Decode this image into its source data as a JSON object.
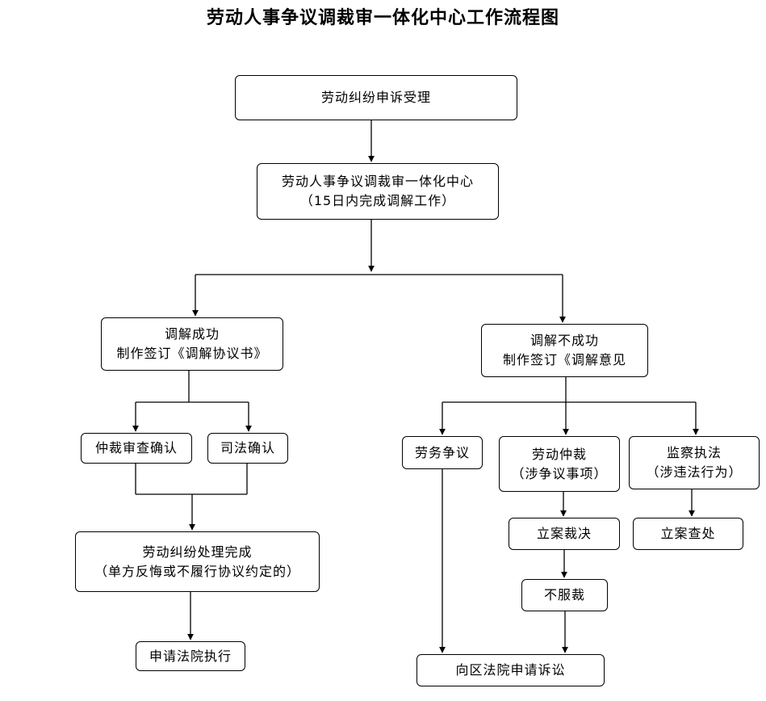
{
  "title": "劳动人事争议调裁审一体化中心工作流程图",
  "nodes": {
    "accept": {
      "line1": "劳动纠纷申诉受理"
    },
    "center": {
      "line1": "劳动人事争议调裁审一体化中心",
      "line2": "（15日内完成调解工作）"
    },
    "success": {
      "line1": "调解成功",
      "line2": "制作签订《调解协议书》"
    },
    "fail": {
      "line1": "调解不成功",
      "line2": "制作签订《调解意见"
    },
    "arb_review": {
      "line1": "仲裁审查确认"
    },
    "judicial": {
      "line1": "司法确认"
    },
    "done": {
      "line1": "劳动纠纷处理完成",
      "line2": "（单方反悔或不履行协议约定的）"
    },
    "enforce": {
      "line1": "申请法院执行"
    },
    "labor_service": {
      "line1": "劳务争议"
    },
    "labor_arb": {
      "line1": "劳动仲裁",
      "line2": "（涉争议事项）"
    },
    "supervision": {
      "line1": "监察执法",
      "line2": "（涉违法行为）"
    },
    "ruling": {
      "line1": "立案裁决"
    },
    "investigate": {
      "line1": "立案查处"
    },
    "disagree": {
      "line1": "不服裁"
    },
    "lawsuit": {
      "line1": "向区法院申请诉讼"
    }
  }
}
